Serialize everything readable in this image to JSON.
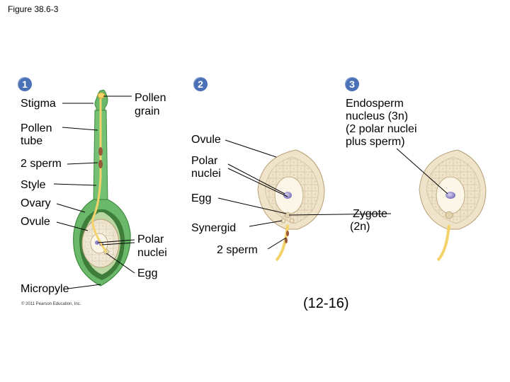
{
  "figure_title": "Figure 38.6-3",
  "steps": [
    "1",
    "2",
    "3"
  ],
  "labels": {
    "stigma": "Stigma",
    "pollen_tube": [
      "Pollen",
      "tube"
    ],
    "two_sperm_left": "2 sperm",
    "style": "Style",
    "ovary": "Ovary",
    "ovule_left": "Ovule",
    "micropyle": "Micropyle",
    "pollen_grain": [
      "Pollen",
      "grain"
    ],
    "polar_nuclei_left": [
      "Polar",
      "nuclei"
    ],
    "egg_left": "Egg",
    "ovule_mid": "Ovule",
    "polar_nuclei_mid": [
      "Polar",
      "nuclei"
    ],
    "egg_mid": "Egg",
    "synergid": "Synergid",
    "two_sperm_mid": "2 sperm",
    "endosperm": [
      "Endosperm",
      "nucleus (3n)",
      "(2 polar nuclei",
      "plus sperm)"
    ],
    "zygote": [
      "Zygote",
      "(2n)"
    ]
  },
  "copyright": "© 2011 Pearson Education, Inc.",
  "figure_number": "(12-16)",
  "colors": {
    "step_badge": "#4a70b8",
    "pistil_green": "#6ab86a",
    "ovary_dark_green": "#3f7d3b",
    "ovary_light_green": "#cfe6b4",
    "pollen_tube_yellow": "#f3d36a",
    "ovule_tan": "#f1e7d3",
    "cell_nucleus_purple": "#8f86c8"
  }
}
